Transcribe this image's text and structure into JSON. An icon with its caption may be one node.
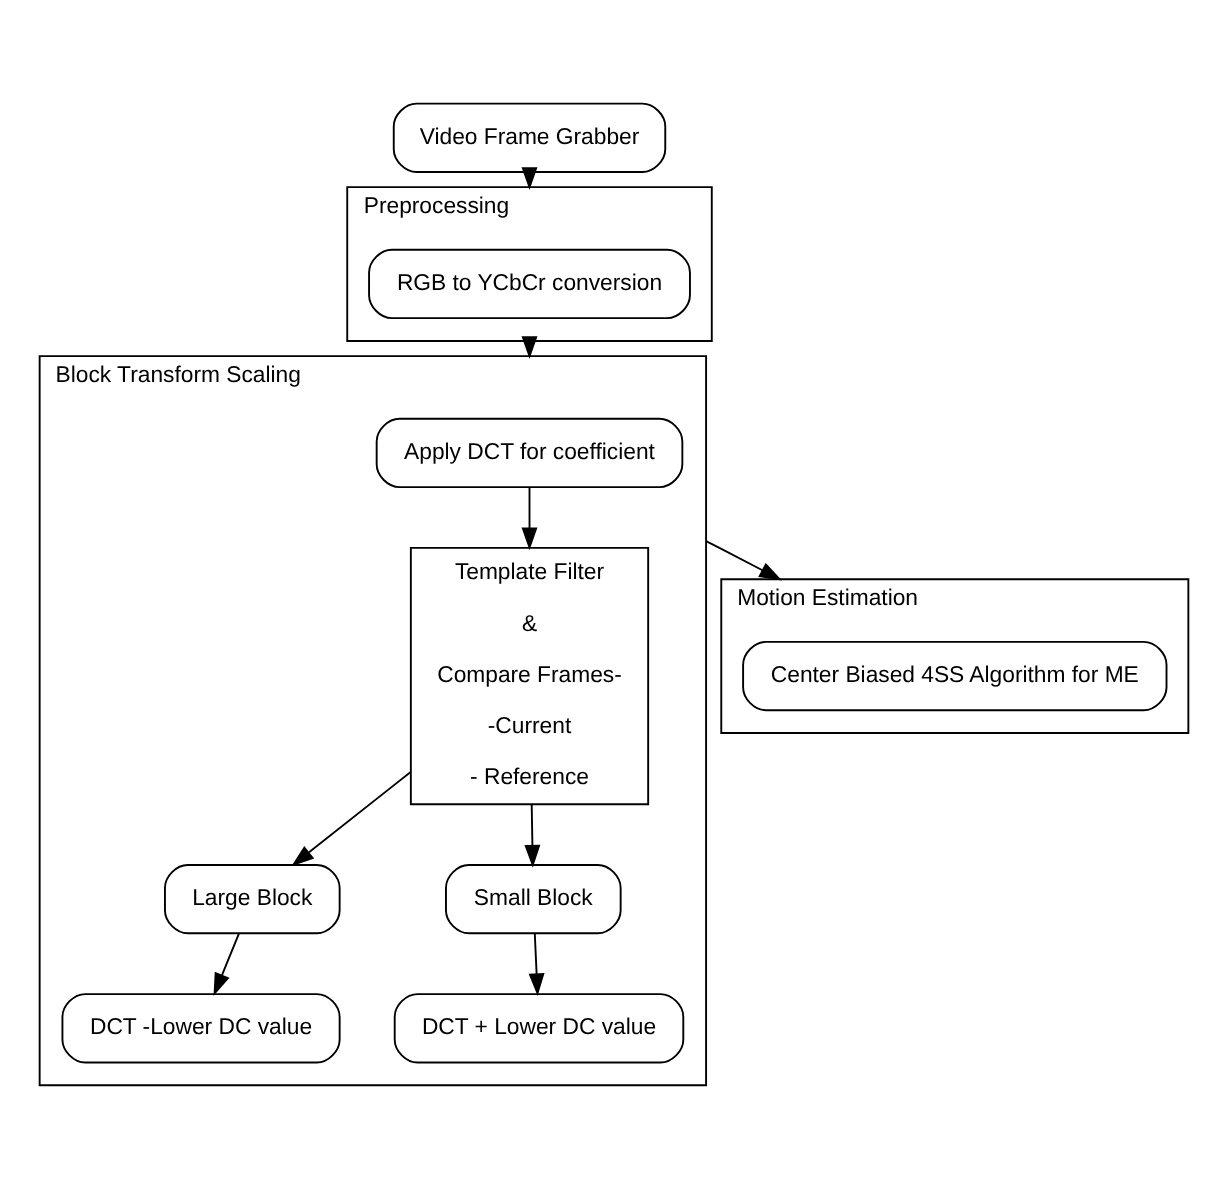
{
  "diagram": {
    "nodes": [
      {
        "text": [
          "Video Frame Grabber"
        ]
      },
      {
        "text": [
          "Preprocessing"
        ]
      },
      {
        "text": [
          "RGB to YCbCr conversion"
        ],
        "in": 1
      },
      {
        "text": [
          "Block Transform Scaling"
        ]
      },
      {
        "text": [
          "Apply DCT for coefficient"
        ],
        "in": 3
      },
      {
        "text": [
          "Template Filter",
          "&",
          "Compare Frames-",
          "-Current",
          "- Reference"
        ],
        "in": 3
      },
      {
        "text": [
          "Large Block"
        ],
        "in": 3
      },
      {
        "text": [
          "DCT -Lower DC value"
        ],
        "in": 3
      },
      {
        "text": [
          "Small Block"
        ],
        "in": 3
      },
      {
        "text": [
          "DCT + Lower DC value"
        ],
        "in": 3
      },
      {
        "text": [
          "Motion Estimation"
        ]
      },
      {
        "text": [
          "Center Biased 4SS Algorithm for ME"
        ],
        "in": 10
      }
    ],
    "edges": [
      {
        "from": 0,
        "to": 1,
        "arrow": "to"
      },
      {
        "from": 1,
        "to": 3,
        "arrow": "to"
      },
      {
        "from": 4,
        "to": 5,
        "arrow": "to"
      },
      {
        "from": 5,
        "to": 6,
        "arrow": "to"
      },
      {
        "from": 6,
        "to": 7,
        "arrow": "to"
      },
      {
        "from": 5,
        "to": 8,
        "arrow": "to"
      },
      {
        "from": 8,
        "to": 9,
        "arrow": "to"
      },
      {
        "from": 3,
        "to": 10,
        "arrow": "to"
      }
    ]
  }
}
